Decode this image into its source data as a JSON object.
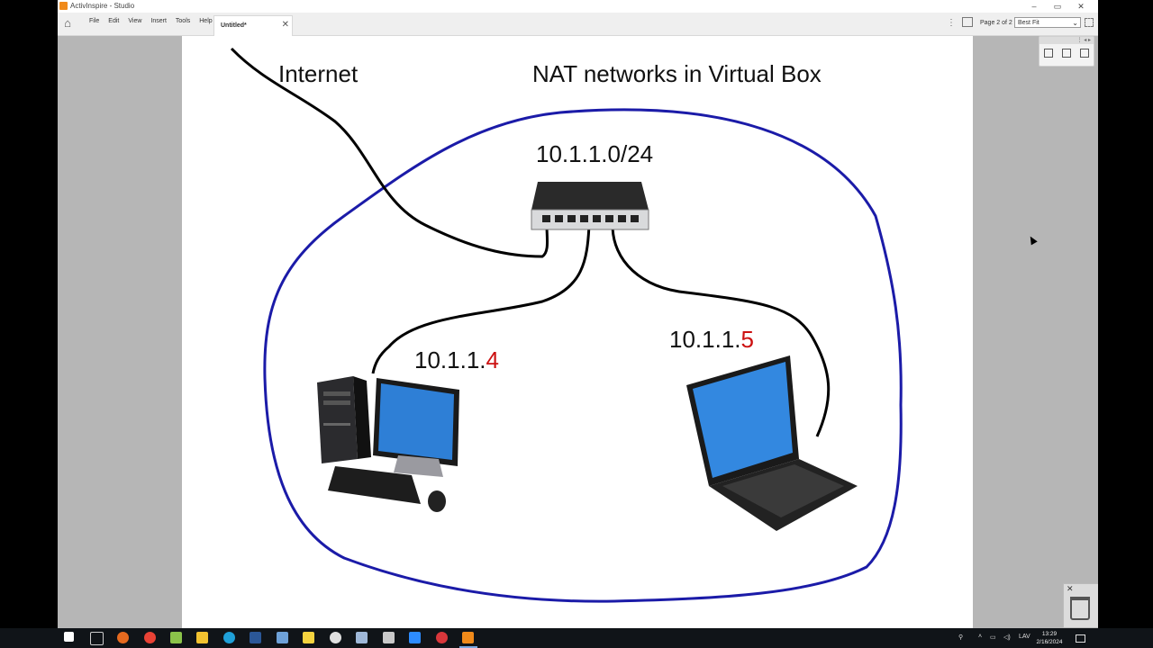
{
  "window": {
    "title": "ActivInspire - Studio",
    "controls": [
      "–",
      "▭",
      "✕"
    ]
  },
  "menu": {
    "items": [
      "File",
      "Edit",
      "View",
      "Insert",
      "Tools",
      "Help"
    ]
  },
  "tab": {
    "label": "Untitled*",
    "close": "✕"
  },
  "toolbar": {
    "more": "⋮",
    "page_info": "Page 2 of 2",
    "zoom": "Best Fit"
  },
  "slide": {
    "internet_label": "Internet",
    "title": "NAT networks in Virtual Box",
    "subnet": "10.1.1.0/24",
    "pc_ip_prefix": "10.1.1.",
    "pc_ip_suffix": "4",
    "laptop_ip_prefix": "10.1.1.",
    "laptop_ip_suffix": "5",
    "colors": {
      "boundary": "#1b1ba8",
      "cable": "#000000",
      "highlight": "#cc1111"
    }
  },
  "taskbar": {
    "icons": [
      "windows-start-icon",
      "task-view-icon",
      "firefox-icon",
      "chrome-icon",
      "notepadpp-icon",
      "file-explorer-icon",
      "edge-icon",
      "word-icon",
      "network-app-icon",
      "sticky-notes-icon",
      "vpn-icon",
      "virtualbox-icon",
      "photos-icon",
      "zoom-icon",
      "recorder-icon",
      "activinspire-icon"
    ],
    "language": "LAV",
    "time": "13:29",
    "date": "2/16/2024"
  }
}
